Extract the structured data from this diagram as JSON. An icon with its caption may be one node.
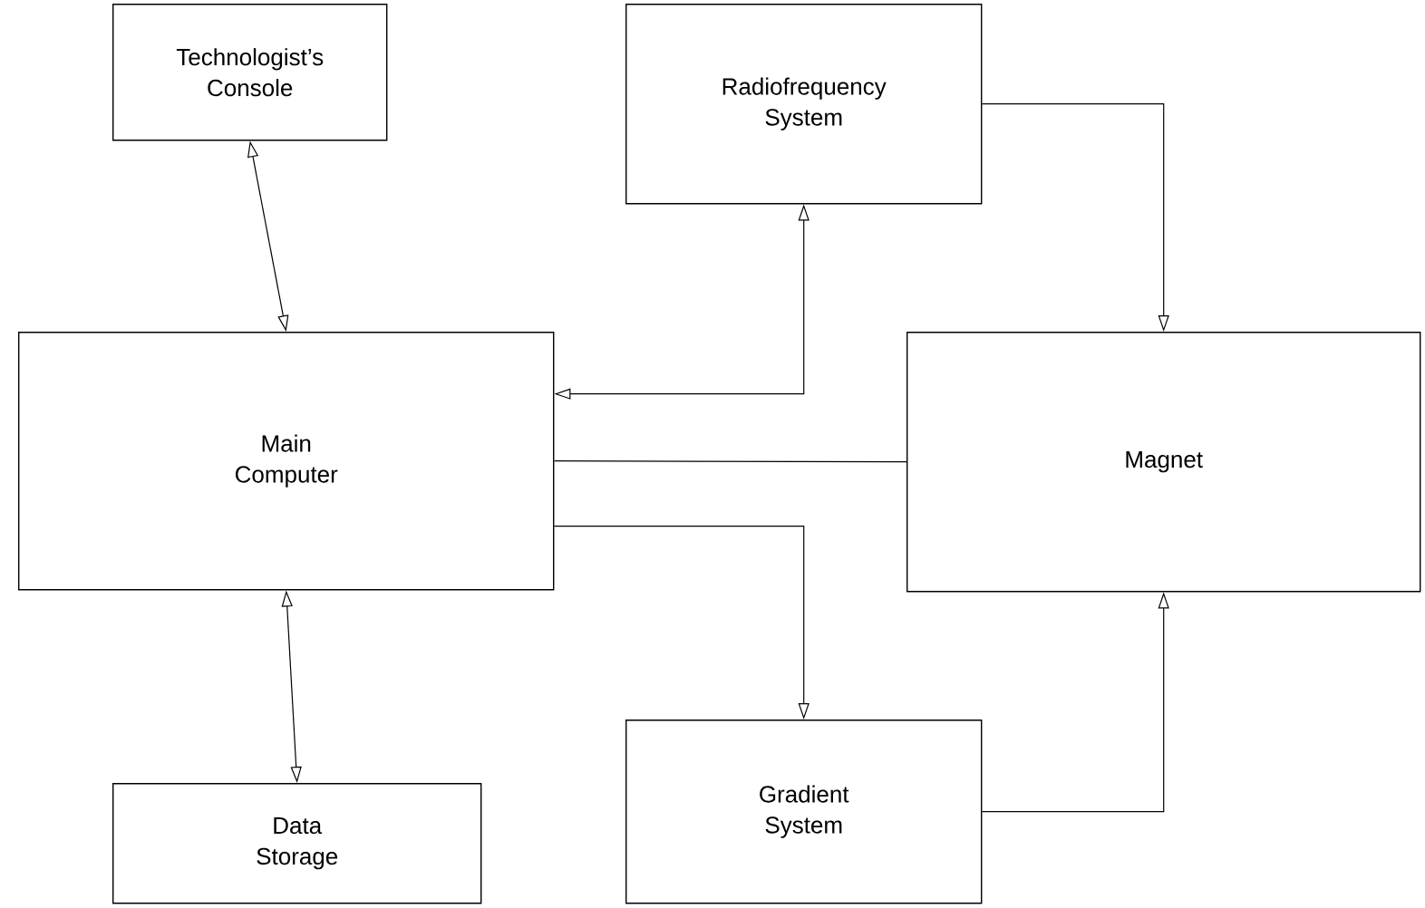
{
  "diagram": {
    "nodes": [
      {
        "text": [
          "Technologist’s Console"
        ]
      },
      {
        "text": [
          "Radiofrequency System"
        ]
      },
      {
        "text": [
          "Main Computer"
        ]
      },
      {
        "text": [
          "Magnet"
        ]
      },
      {
        "text": [
          "Data Storage"
        ]
      },
      {
        "text": [
          "Gradient System"
        ]
      }
    ],
    "edges": [
      {
        "from": 0,
        "to": 2,
        "arrow": "both"
      },
      {
        "from": 2,
        "to": 1,
        "arrow": "both"
      },
      {
        "from": 1,
        "to": 3,
        "arrow": "to"
      },
      {
        "from": 2,
        "to": 3,
        "arrow": "none"
      },
      {
        "from": 2,
        "to": 5,
        "arrow": "to"
      },
      {
        "from": 5,
        "to": 3,
        "arrow": "to"
      },
      {
        "from": 2,
        "to": 4,
        "arrow": "both"
      }
    ]
  }
}
